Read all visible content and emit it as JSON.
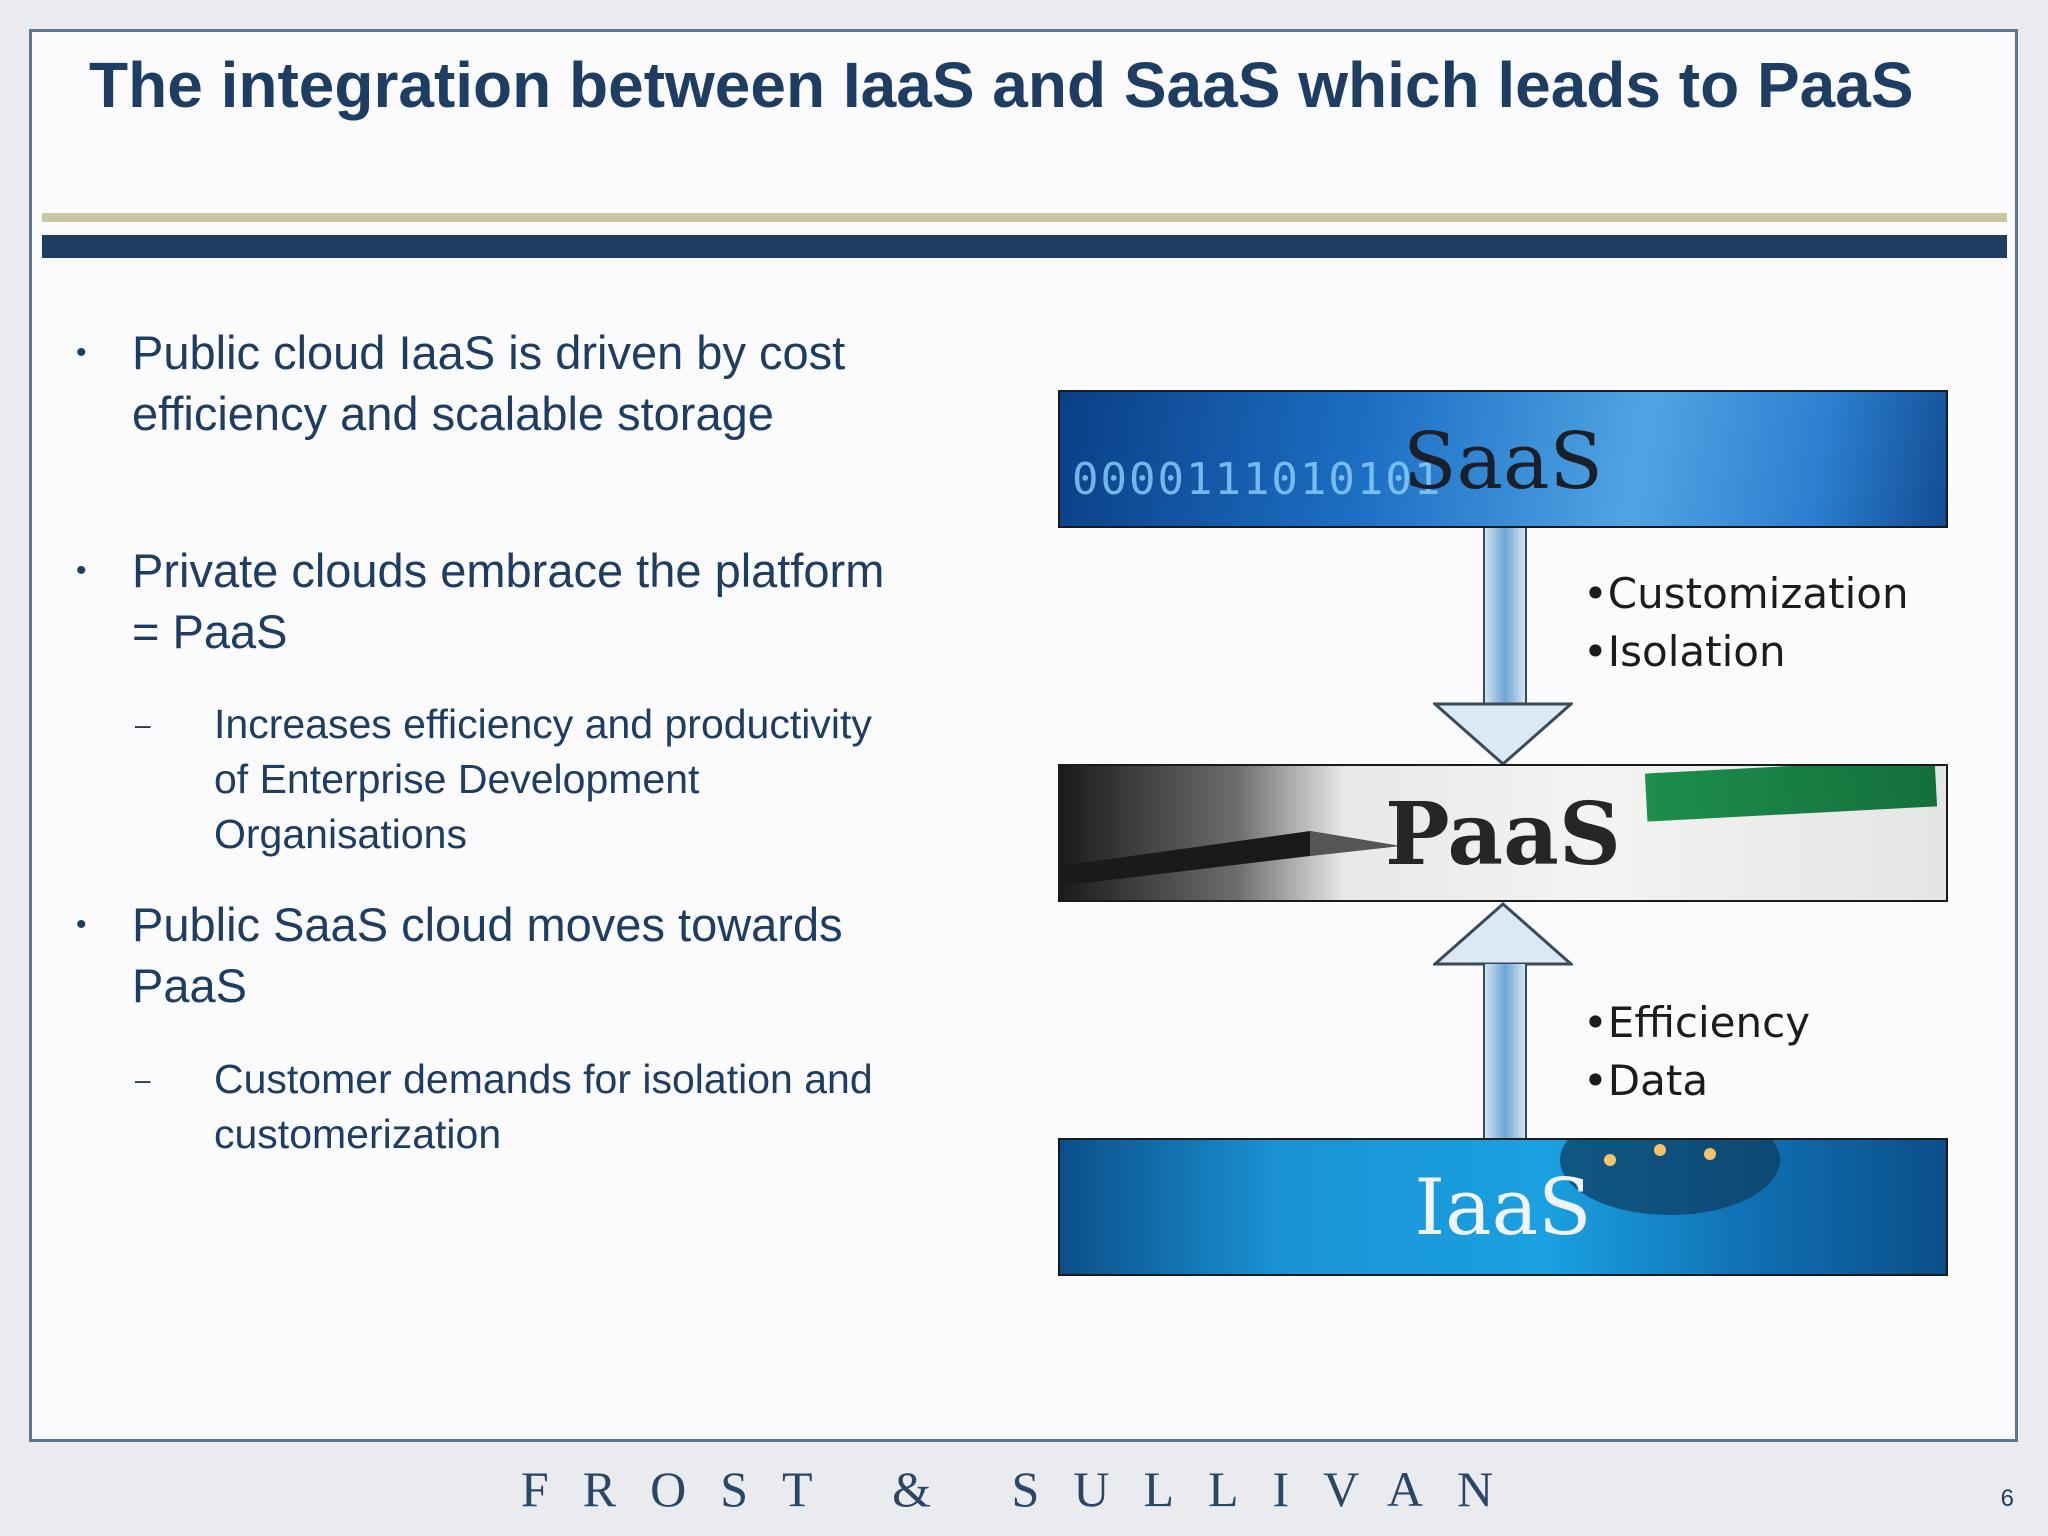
{
  "slide": {
    "title": "The integration between IaaS and SaaS which leads to PaaS",
    "page_number": "6"
  },
  "content": {
    "bullets": [
      {
        "level": 1,
        "mark": "•",
        "text": "Public cloud IaaS  is driven by cost efficiency and scalable storage"
      },
      {
        "level": 1,
        "mark": "•",
        "text": "Private clouds embrace the platform = PaaS"
      },
      {
        "level": 2,
        "mark": "–",
        "text": "Increases efficiency and productivity of Enterprise Development Organisations"
      },
      {
        "level": 1,
        "mark": "•",
        "text": "Public SaaS cloud moves towards PaaS"
      },
      {
        "level": 2,
        "mark": "–",
        "text": "Customer demands for isolation and customerization"
      }
    ]
  },
  "diagram": {
    "saas_label": "SaaS",
    "saas_binary": "0000111010101",
    "paas_label": "PaaS",
    "iaas_label": "IaaS",
    "top_notes": [
      "Customization",
      "Isolation"
    ],
    "bottom_notes": [
      "Efficiency",
      "Data"
    ]
  },
  "footer": {
    "brand": "FROST & SULLIVAN"
  },
  "colors": {
    "title": "#1d3d63",
    "rule_tan": "#c9c6a2",
    "rule_navy": "#1d3d63"
  }
}
